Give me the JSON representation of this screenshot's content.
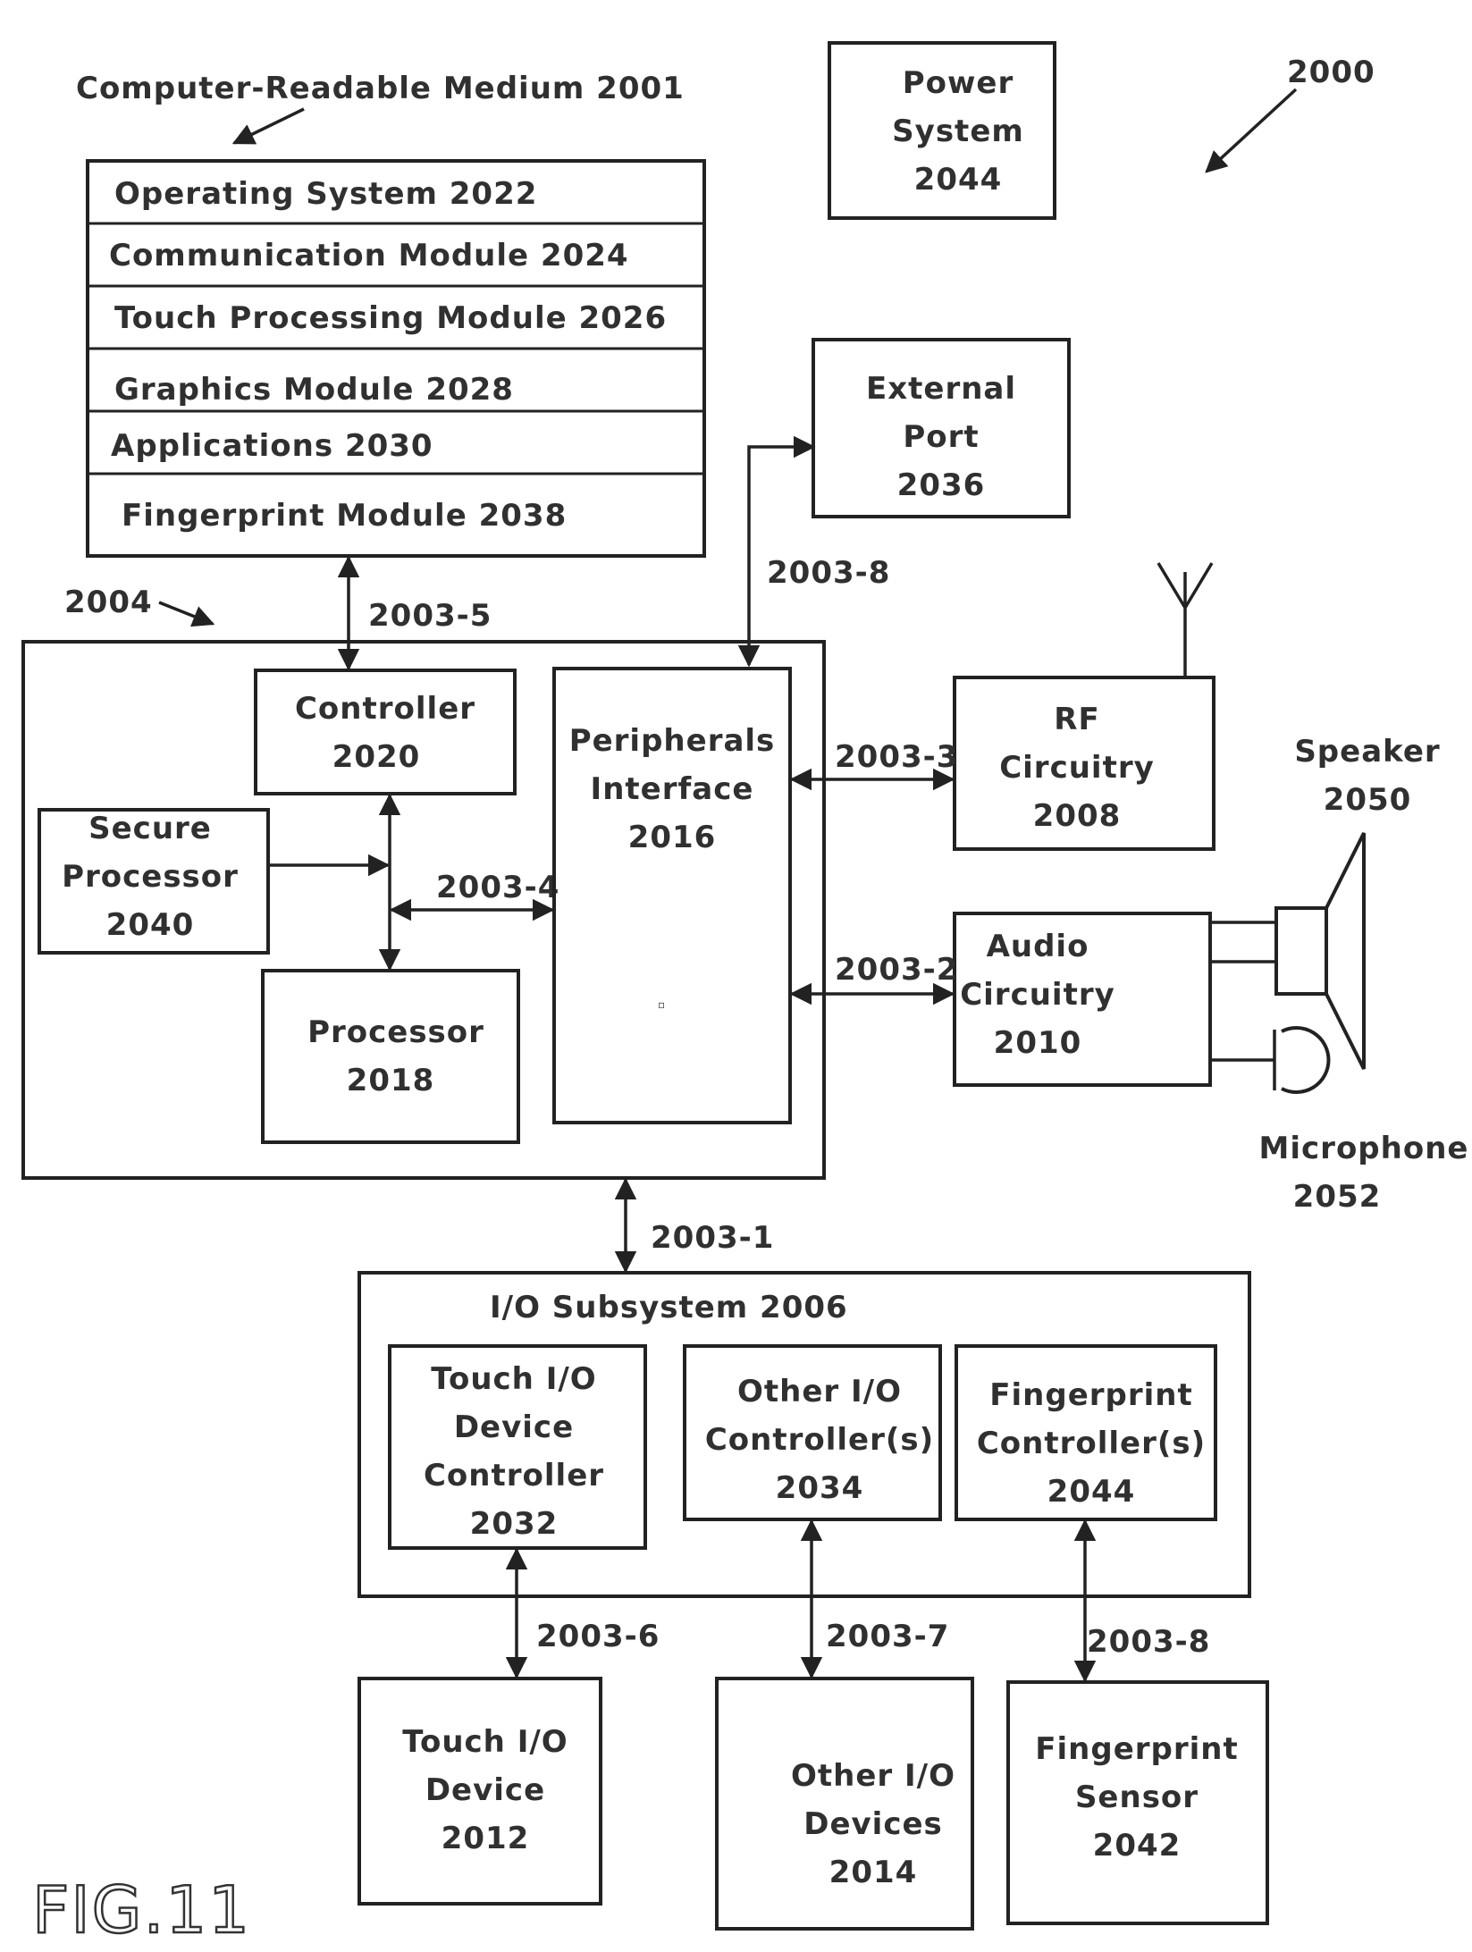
{
  "figure_label": "FIG.11",
  "ref_2000": "2000",
  "ref_2004": "2004",
  "crm": {
    "title": "Computer-Readable Medium 2001",
    "rows": [
      "Operating System 2022",
      "Communication Module 2024",
      "Touch Processing Module 2026",
      "Graphics Module 2028",
      "Applications 2030",
      "Fingerprint Module 2038"
    ]
  },
  "power_system": {
    "line1": "Power",
    "line2": "System",
    "line3": "2044"
  },
  "external_port": {
    "line1": "External",
    "line2": "Port",
    "line3": "2036"
  },
  "controller": {
    "line1": "Controller",
    "line2": "2020"
  },
  "secure_processor": {
    "line1": "Secure",
    "line2": "Processor",
    "line3": "2040"
  },
  "processor": {
    "line1": "Processor",
    "line2": "2018"
  },
  "peripherals": {
    "line1": "Peripherals",
    "line2": "Interface",
    "line3": "2016",
    "mark": "▫"
  },
  "rf": {
    "line1": "RF",
    "line2": "Circuitry",
    "line3": "2008"
  },
  "audio": {
    "line1": "Audio",
    "line2": "Circuitry",
    "line3": "2010"
  },
  "speaker": {
    "line1": "Speaker",
    "line2": "2050"
  },
  "microphone": {
    "line1": "Microphone",
    "line2": "2052"
  },
  "io_subsystem": {
    "title": "I/O Subsystem 2006"
  },
  "touch_ctrl": {
    "line1": "Touch I/O",
    "line2": "Device",
    "line3": "Controller",
    "line4": "2032"
  },
  "other_ctrl": {
    "line1": "Other I/O",
    "line2": "Controller(s)",
    "line3": "2034"
  },
  "fp_ctrl": {
    "line1": "Fingerprint",
    "line2": "Controller(s)",
    "line3": "2044"
  },
  "touch_dev": {
    "line1": "Touch I/O",
    "line2": "Device",
    "line3": "2012"
  },
  "other_dev": {
    "line1": "Other I/O",
    "line2": "Devices",
    "line3": "2014"
  },
  "fp_sensor": {
    "line1": "Fingerprint",
    "line2": "Sensor",
    "line3": "2042"
  },
  "buses": {
    "b1": "2003-1",
    "b2": "2003-2",
    "b3": "2003-3",
    "b4": "2003-4",
    "b5": "2003-5",
    "b6": "2003-6",
    "b7": "2003-7",
    "b8_top": "2003-8",
    "b8_bottom": "2003-8"
  }
}
